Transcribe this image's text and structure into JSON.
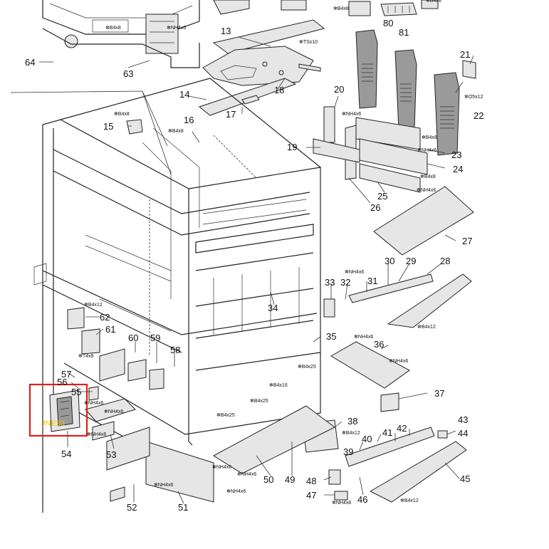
{
  "callouts": [
    {
      "id": "c80",
      "text": "80"
    },
    {
      "id": "c81",
      "text": "81"
    },
    {
      "id": "c13",
      "text": "13"
    },
    {
      "id": "c64",
      "text": "64"
    },
    {
      "id": "c63",
      "text": "63"
    },
    {
      "id": "c14",
      "text": "14"
    },
    {
      "id": "c17",
      "text": "17"
    },
    {
      "id": "c18",
      "text": "18"
    },
    {
      "id": "c20",
      "text": "20"
    },
    {
      "id": "c21",
      "text": "21"
    },
    {
      "id": "c22",
      "text": "22"
    },
    {
      "id": "c15",
      "text": "15"
    },
    {
      "id": "c16",
      "text": "16"
    },
    {
      "id": "c19",
      "text": "19"
    },
    {
      "id": "c23",
      "text": "23"
    },
    {
      "id": "c24",
      "text": "24"
    },
    {
      "id": "c25",
      "text": "25"
    },
    {
      "id": "c26",
      "text": "26"
    },
    {
      "id": "c27",
      "text": "27"
    },
    {
      "id": "c28",
      "text": "28"
    },
    {
      "id": "c29",
      "text": "29"
    },
    {
      "id": "c30",
      "text": "30"
    },
    {
      "id": "c31",
      "text": "31"
    },
    {
      "id": "c32",
      "text": "32"
    },
    {
      "id": "c33",
      "text": "33"
    },
    {
      "id": "c34",
      "text": "34"
    },
    {
      "id": "c35",
      "text": "35"
    },
    {
      "id": "c36",
      "text": "36"
    },
    {
      "id": "c37",
      "text": "37"
    },
    {
      "id": "c38",
      "text": "38"
    },
    {
      "id": "c39",
      "text": "39"
    },
    {
      "id": "c40",
      "text": "40"
    },
    {
      "id": "c41",
      "text": "41"
    },
    {
      "id": "c42",
      "text": "42"
    },
    {
      "id": "c43",
      "text": "43"
    },
    {
      "id": "c44",
      "text": "44"
    },
    {
      "id": "c45",
      "text": "45"
    },
    {
      "id": "c46",
      "text": "46"
    },
    {
      "id": "c47",
      "text": "47"
    },
    {
      "id": "c48",
      "text": "48"
    },
    {
      "id": "c49",
      "text": "49"
    },
    {
      "id": "c50",
      "text": "50"
    },
    {
      "id": "c51",
      "text": "51"
    },
    {
      "id": "c52",
      "text": "52"
    },
    {
      "id": "c53",
      "text": "53"
    },
    {
      "id": "c54",
      "text": "54"
    },
    {
      "id": "c55",
      "text": "55"
    },
    {
      "id": "c56",
      "text": "56"
    },
    {
      "id": "c57",
      "text": "57"
    },
    {
      "id": "c58",
      "text": "58"
    },
    {
      "id": "c59",
      "text": "59"
    },
    {
      "id": "c60",
      "text": "60"
    },
    {
      "id": "c61",
      "text": "61"
    },
    {
      "id": "c62",
      "text": "62"
    }
  ],
  "screw_notes": [
    {
      "id": "s1",
      "text": "✻B4x8"
    },
    {
      "id": "s2",
      "text": "✻B4x8"
    },
    {
      "id": "s3",
      "text": "✻B4x8"
    },
    {
      "id": "s4",
      "text": "✻NH4x6"
    },
    {
      "id": "s5",
      "text": "✻TSx10"
    },
    {
      "id": "s6",
      "text": "✻B4x8"
    },
    {
      "id": "s7",
      "text": "✻B4x8"
    },
    {
      "id": "s8",
      "text": "✻NH4x6"
    },
    {
      "id": "s9",
      "text": "✻O5x12"
    },
    {
      "id": "s10",
      "text": "✻B4x8"
    },
    {
      "id": "s11",
      "text": "✻NH4x6"
    },
    {
      "id": "s12",
      "text": "✻B4x8"
    },
    {
      "id": "s13",
      "text": "✻NH4x6"
    },
    {
      "id": "s14",
      "text": "✻NH4x6"
    },
    {
      "id": "s15",
      "text": "✻B4x12"
    },
    {
      "id": "s16",
      "text": "✻NH4x6"
    },
    {
      "id": "s17",
      "text": "✻B4x12"
    },
    {
      "id": "s18",
      "text": "✻T4x8"
    },
    {
      "id": "s19",
      "text": "✻NH4x6"
    },
    {
      "id": "s20",
      "text": "✻B4x25"
    },
    {
      "id": "s21",
      "text": "✻B4x16"
    },
    {
      "id": "s22",
      "text": "✻B4x25"
    },
    {
      "id": "s23",
      "text": "✻NH4x6"
    },
    {
      "id": "s24",
      "text": "✻NH4x6"
    },
    {
      "id": "s25",
      "text": "✻NH4x6"
    },
    {
      "id": "s26",
      "text": "✻B4x25"
    },
    {
      "id": "s27",
      "text": "✻B4x12"
    },
    {
      "id": "s28",
      "text": "✻NH4x6"
    },
    {
      "id": "s29",
      "text": "✻NH4x6"
    },
    {
      "id": "s30",
      "text": "✻NH4x6"
    },
    {
      "id": "s31",
      "text": "✻NH4x6"
    },
    {
      "id": "s32",
      "text": "✻B4x12"
    },
    {
      "id": "s33",
      "text": "✻NH4x8"
    }
  ],
  "highlight": {
    "label": "JNE23",
    "box_color": "#e0201b",
    "label_color": "#f5c400"
  }
}
